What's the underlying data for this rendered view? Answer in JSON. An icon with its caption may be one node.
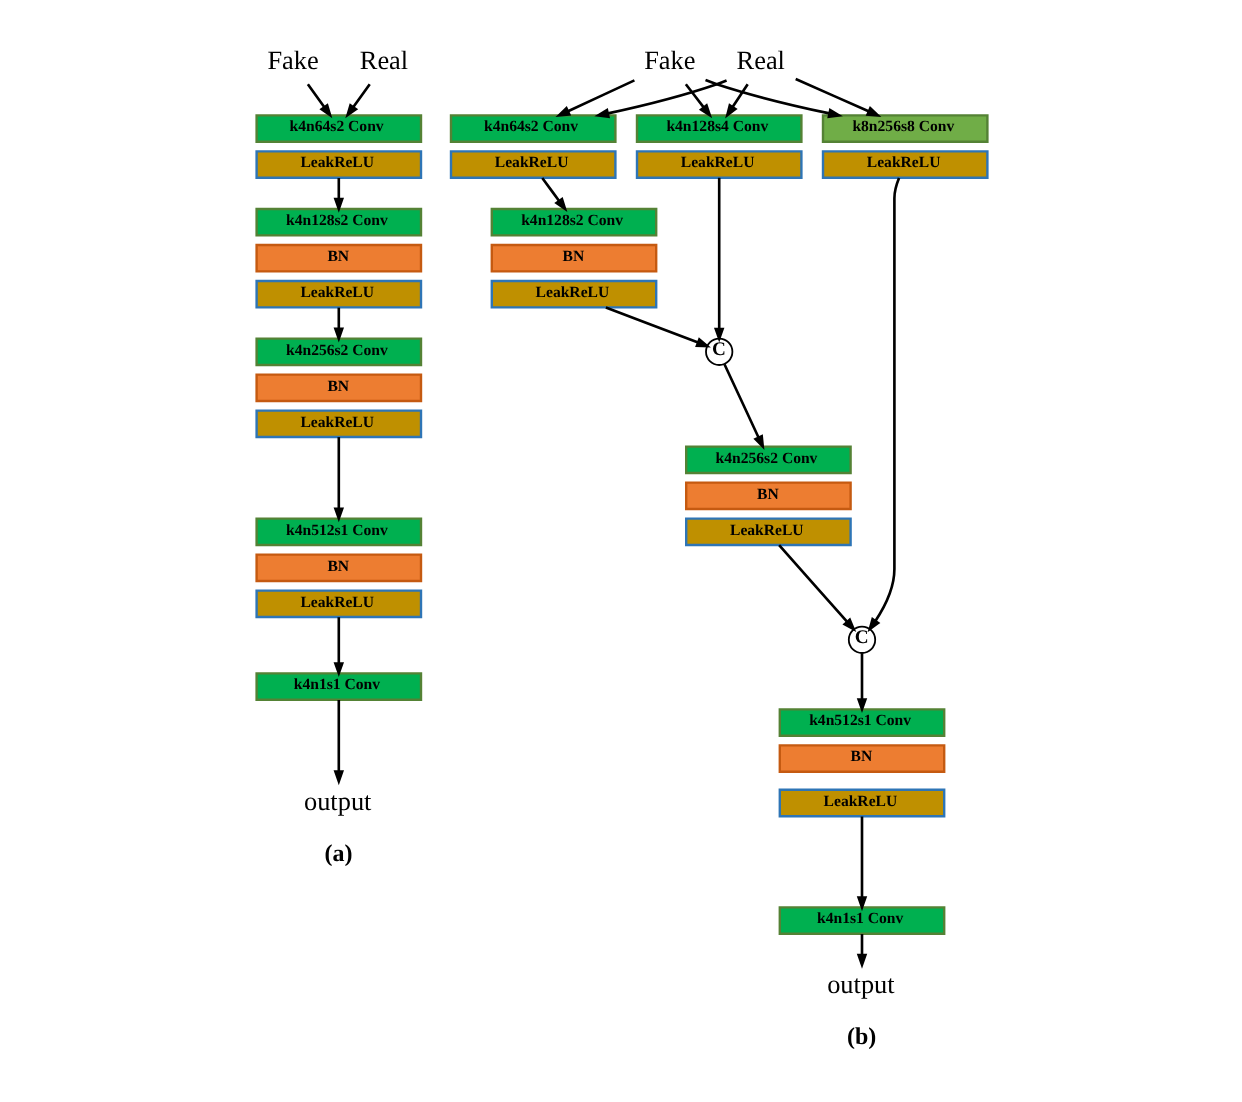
{
  "diagram": {
    "nodes": [
      {
        "text": [
          "Real"
        ]
      },
      {
        "text": [
          "Fake"
        ]
      },
      {
        "text": [
          "k4n64s2 Conv"
        ]
      },
      {
        "text": [
          "LeakReLU"
        ]
      },
      {
        "text": [
          "k4n128s2 Conv"
        ]
      },
      {
        "text": [
          "BN"
        ]
      },
      {
        "text": [
          "LeakReLU"
        ]
      },
      {
        "text": [
          "k4n256s2 Conv"
        ]
      },
      {
        "text": [
          "BN"
        ]
      },
      {
        "text": [
          "LeakReLU"
        ]
      },
      {
        "text": [
          "k4n512s1 Conv"
        ]
      },
      {
        "text": [
          "BN"
        ]
      },
      {
        "text": [
          "LeakReLU"
        ]
      },
      {
        "text": [
          "k4n1s1 Conv"
        ]
      },
      {
        "text": [
          "output"
        ]
      },
      {
        "text": [
          "Real"
        ]
      },
      {
        "text": [
          "Fake"
        ]
      },
      {
        "text": [
          "k4n64s2 Conv"
        ]
      },
      {
        "text": [
          "LeakReLU"
        ]
      },
      {
        "text": [
          "k4n128s4 Conv"
        ]
      },
      {
        "text": [
          "LeakReLU"
        ]
      },
      {
        "text": [
          "k4n128s2 Conv"
        ]
      },
      {
        "text": [
          "BN"
        ]
      },
      {
        "text": [
          "LeakReLU"
        ]
      },
      {
        "text": [
          "k8n256s8 Conv"
        ]
      },
      {
        "text": [
          "LeakReLU"
        ]
      },
      {
        "text": [
          "C"
        ]
      },
      {
        "text": [
          "k4n256s2 Conv"
        ]
      },
      {
        "text": [
          "BN"
        ]
      },
      {
        "text": [
          "LeakReLU"
        ]
      },
      {
        "text": [
          "C"
        ]
      },
      {
        "text": [
          "k4n512s1 Conv"
        ]
      },
      {
        "text": [
          "BN"
        ]
      },
      {
        "text": [
          "LeakReLU"
        ]
      },
      {
        "text": [
          "k4n1s1 Conv"
        ]
      },
      {
        "text": [
          "output"
        ]
      }
    ],
    "edges": [
      {
        "from": 0,
        "to": 2,
        "arrow": "to"
      },
      {
        "from": 1,
        "to": 2,
        "arrow": "to"
      },
      {
        "from": 3,
        "to": 4,
        "arrow": "to"
      },
      {
        "from": 6,
        "to": 7,
        "arrow": "to"
      },
      {
        "from": 9,
        "to": 10,
        "arrow": "to"
      },
      {
        "from": 12,
        "to": 13,
        "arrow": "to"
      },
      {
        "from": 13,
        "to": 14,
        "arrow": "to"
      },
      {
        "from": 15,
        "to": 24,
        "arrow": "to"
      },
      {
        "from": 15,
        "to": 17,
        "arrow": "to"
      },
      {
        "from": 15,
        "to": 19,
        "arrow": "to"
      },
      {
        "from": 16,
        "to": 24,
        "arrow": "to"
      },
      {
        "from": 16,
        "to": 17,
        "arrow": "to"
      },
      {
        "from": 16,
        "to": 19,
        "arrow": "to"
      },
      {
        "from": 18,
        "to": 21,
        "arrow": "to"
      },
      {
        "from": 23,
        "to": 26,
        "arrow": "to"
      },
      {
        "from": 20,
        "to": 26,
        "arrow": "to"
      },
      {
        "from": 26,
        "to": 27,
        "arrow": "to"
      },
      {
        "from": 29,
        "to": 30,
        "arrow": "to"
      },
      {
        "from": 25,
        "to": 30,
        "arrow": "to"
      },
      {
        "from": 30,
        "to": 31,
        "arrow": "to"
      },
      {
        "from": 33,
        "to": 34,
        "arrow": "to"
      },
      {
        "from": 34,
        "to": 35,
        "arrow": "to"
      }
    ],
    "labels": [
      "(a)",
      "(b)"
    ]
  }
}
